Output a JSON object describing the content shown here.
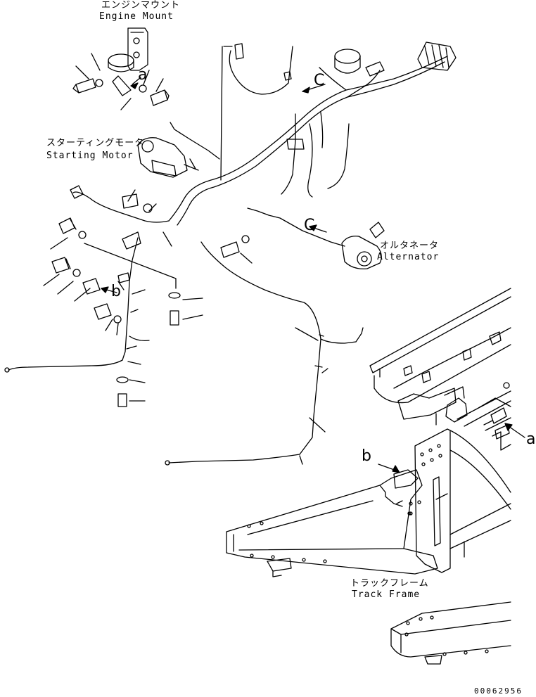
{
  "labels": {
    "engine_mount_jp": "エンジンマウント",
    "engine_mount_en": "Engine Mount",
    "starting_motor_jp": "スターティングモータ",
    "starting_motor_en": "Starting Motor",
    "alternator_jp": "オルタネータ",
    "alternator_en": "Alternator",
    "track_frame_jp": "トラックフレーム",
    "track_frame_en": "Track Frame"
  },
  "callouts": {
    "a_top": "a",
    "a_right": "a",
    "b_left": "b",
    "b_right": "b",
    "c_top": "C",
    "c_mid": "C"
  },
  "drawing_number": "00062956"
}
